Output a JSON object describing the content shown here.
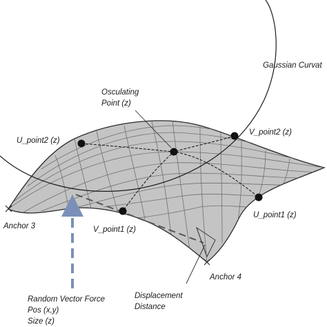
{
  "labels": {
    "gaussian_curvature": "Gaussian Curvat",
    "osculating_line1": "Osculating",
    "osculating_line2": "Point (z)",
    "u_point2": "U_point2 (z)",
    "v_point2": "V_point2 (z)",
    "anchor3": "Anchor 3",
    "v_point1": "V_point1 (z)",
    "u_point1": "U_point1 (z)",
    "anchor4": "Anchor 4",
    "displacement_line1": "Displacement",
    "displacement_line2": "Distance",
    "random_line1": "Random Vector Force",
    "random_line2": "Pos (x,y)",
    "random_line3": "Size (z)"
  },
  "colors": {
    "surface_fill": "#c4c4c4",
    "surface_stroke": "#2a2a2a",
    "grid": "#6f6f6f",
    "force_arrow": "#7a90b8",
    "dashed_line": "#555555",
    "curve": "#1a1a1a"
  },
  "icons": [
    "control-point-marker",
    "anchor-cross-marker",
    "force-arrow"
  ]
}
